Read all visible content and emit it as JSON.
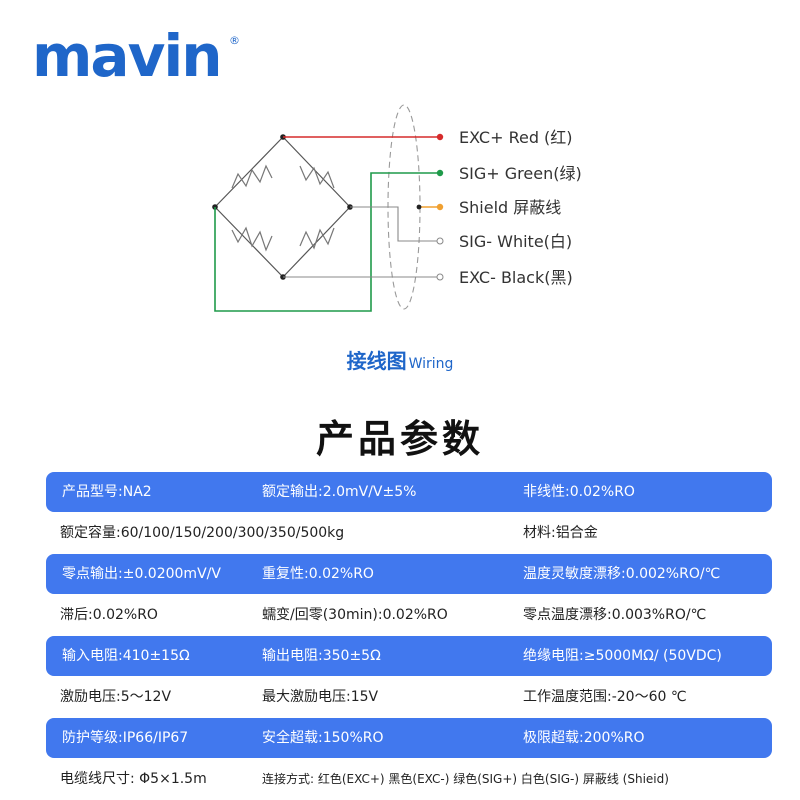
{
  "brand": {
    "name": "mavin",
    "reg": "®"
  },
  "wiring": {
    "wires": [
      {
        "label": "EXC+ Red (红)",
        "color": "#d62b2b"
      },
      {
        "label": "SIG+ Green(绿)",
        "color": "#1f9a4a"
      },
      {
        "label": "Shield 屏蔽线",
        "color": "#f0a030"
      },
      {
        "label": "SIG- White(白)",
        "color": "#9a9a9a"
      },
      {
        "label": "EXC- Black(黑)",
        "color": "#9a9a9a"
      }
    ],
    "caption_zh": "接线图",
    "caption_en": "Wiring"
  },
  "section_title": "产品参数",
  "specs": [
    {
      "style": "blue",
      "cells": [
        "产品型号:NA2",
        "额定输出:2.0mV/V±5%",
        "非线性:0.02%RO"
      ]
    },
    {
      "style": "white",
      "cells": [
        "额定容量:60/100/150/200/300/350/500kg",
        "",
        "材料:铝合金"
      ]
    },
    {
      "style": "blue",
      "cells": [
        "零点输出:±0.0200mV/V",
        "重复性:0.02%RO",
        "温度灵敏度漂移:0.002%RO/℃"
      ]
    },
    {
      "style": "white",
      "cells": [
        "滞后:0.02%RO",
        "蠕变/回零(30min):0.02%RO",
        "零点温度漂移:0.003%RO/℃"
      ]
    },
    {
      "style": "blue",
      "cells": [
        "输入电阻:410±15Ω",
        "输出电阻:350±5Ω",
        "绝缘电阻:≥5000MΩ/ (50VDC)"
      ]
    },
    {
      "style": "white",
      "cells": [
        "激励电压:5〜12V",
        "最大激励电压:15V",
        "工作温度范围:-20〜60 ℃"
      ]
    },
    {
      "style": "blue",
      "cells": [
        "防护等级:IP66/IP67",
        "安全超载:150%RO",
        "极限超载:200%RO"
      ]
    },
    {
      "style": "white",
      "cells": [
        "电缆线尺寸: Φ5×1.5m",
        "连接方式: 红色(EXC+) 黑色(EXC-) 绿色(SIG+) 白色(SIG-) 屏蔽线 (Shieid)",
        ""
      ]
    }
  ]
}
